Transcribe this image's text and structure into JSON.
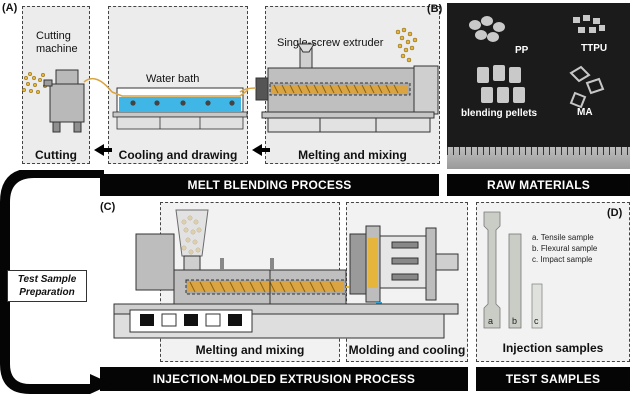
{
  "panel_labels": {
    "a": "(A)",
    "b": "(B)",
    "c": "(C)",
    "d": "(D)"
  },
  "panel_a": {
    "stage_cutting": "Cutting",
    "stage_cooling": "Cooling and drawing",
    "stage_melting": "Melting and mixing",
    "cutting_machine": "Cutting\nmachine",
    "water_bath": "Water bath",
    "extruder": "Single-screw extruder"
  },
  "panel_b": {
    "pp": "PP",
    "ttpu": "TTPU",
    "blending": "blending pellets",
    "ma": "MA"
  },
  "panel_c": {
    "stage_melting": "Melting and mixing",
    "stage_molding": "Molding and cooling",
    "test_prep": "Test Sample\nPreparation"
  },
  "panel_d": {
    "list": [
      "a.   Tensile sample",
      "b.   Flexural sample",
      "c.   Impact sample"
    ],
    "letters": [
      "a",
      "b",
      "c"
    ],
    "caption": "Injection samples"
  },
  "bars": {
    "melt": "MELT BLENDING PROCESS",
    "raw": "RAW MATERIALS",
    "injection": "INJECTION-MOLDED EXTRUSION PROCESS",
    "test": "TEST SAMPLES"
  },
  "colors": {
    "water": "#3fb6e6",
    "screw": "#d9a441",
    "pellet": "#e5b53c",
    "bar": "#050505",
    "nozzle": "#2fa3d8"
  }
}
